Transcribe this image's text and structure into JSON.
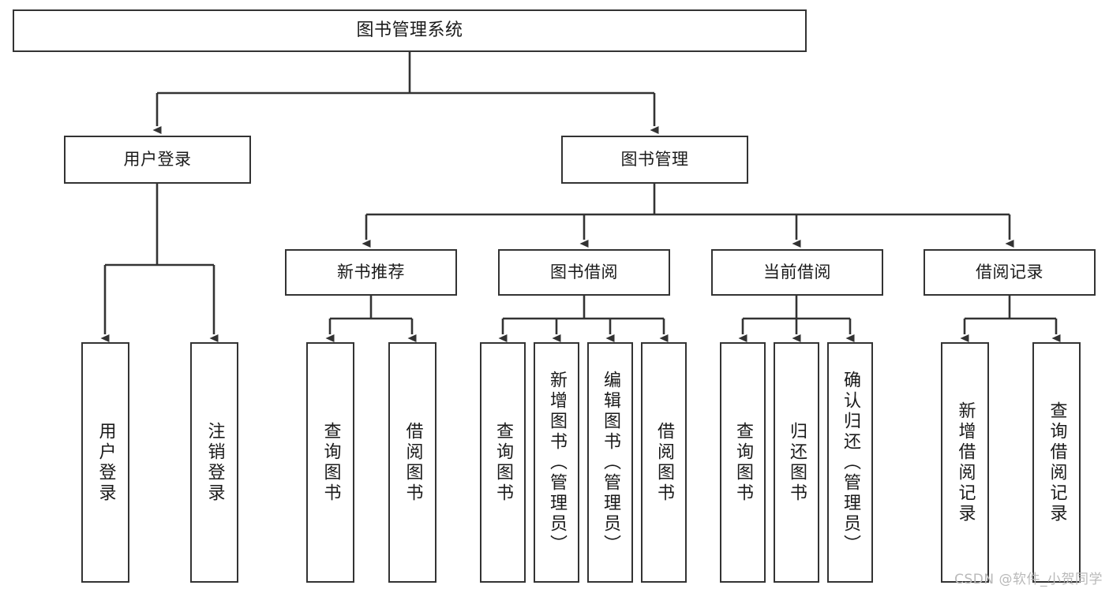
{
  "diagram": {
    "type": "tree",
    "title": "图书管理系统",
    "line_color": "#333333",
    "box_fill": "#ffffff",
    "text_color": "#1a1a1a",
    "nodes": {
      "root": {
        "label": "图书管理系统"
      },
      "level2": [
        {
          "id": "user-login",
          "label": "用户登录"
        },
        {
          "id": "book-management",
          "label": "图书管理"
        }
      ],
      "level3": [
        {
          "id": "new-book-recommend",
          "label": "新书推荐"
        },
        {
          "id": "book-borrow",
          "label": "图书借阅"
        },
        {
          "id": "current-borrow",
          "label": "当前借阅"
        },
        {
          "id": "borrow-record",
          "label": "借阅记录"
        }
      ],
      "leaves": {
        "user_login": [
          {
            "id": "leaf-user-login",
            "label": "用户登录"
          },
          {
            "id": "leaf-logout-login",
            "label": "注销登录"
          }
        ],
        "new_book_recommend": [
          {
            "id": "leaf-query-book-1",
            "label": "查询图书"
          },
          {
            "id": "leaf-borrow-book-1",
            "label": "借阅图书"
          }
        ],
        "book_borrow": [
          {
            "id": "leaf-query-book-2",
            "label": "查询图书"
          },
          {
            "id": "leaf-add-book",
            "label": "新增图书（管理员）"
          },
          {
            "id": "leaf-edit-book",
            "label": "编辑图书（管理员）"
          },
          {
            "id": "leaf-borrow-book-2",
            "label": "借阅图书"
          }
        ],
        "current_borrow": [
          {
            "id": "leaf-query-book-3",
            "label": "查询图书"
          },
          {
            "id": "leaf-return-book",
            "label": "归还图书"
          },
          {
            "id": "leaf-confirm-return",
            "label": "确认归还（管理员）"
          }
        ],
        "borrow_record": [
          {
            "id": "leaf-add-record",
            "label": "新增借阅记录"
          },
          {
            "id": "leaf-query-record",
            "label": "查询借阅记录"
          }
        ]
      }
    }
  },
  "watermark": {
    "text": "CSDN @软件_小贺同学"
  }
}
